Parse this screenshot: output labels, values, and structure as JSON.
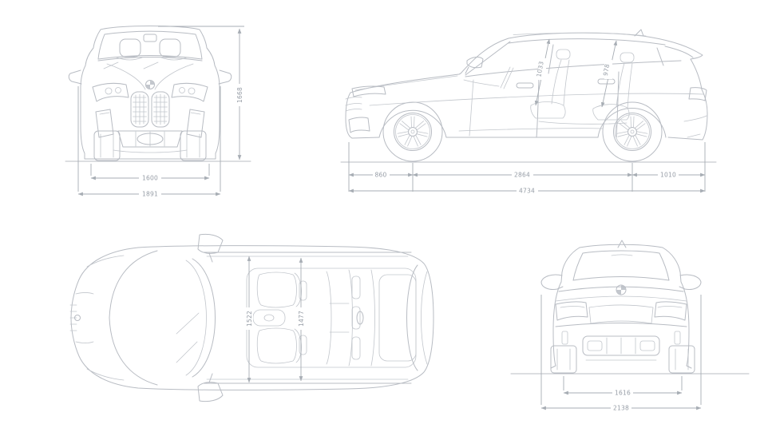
{
  "page": {
    "background": "#ffffff",
    "car_line_color": "#b8bcc3",
    "dimension_line_color": "#a7adb4",
    "dimension_text_color": "#969da6"
  },
  "icons": {
    "bmw_logo": "bmw-roundel"
  },
  "views": {
    "front": {
      "dims": {
        "track_width": "1600",
        "overall_width": "1891",
        "overall_height": "1668"
      }
    },
    "side": {
      "dims": {
        "front_overhang": "860",
        "wheelbase": "2864",
        "rear_overhang": "1010",
        "overall_length": "4734",
        "front_headroom": "1033",
        "rear_headroom": "978"
      }
    },
    "top": {
      "dims": {
        "front_interior_width": "1522",
        "rear_interior_width": "1477"
      }
    },
    "rear": {
      "dims": {
        "rear_track": "1616",
        "width_incl_mirrors": "2138"
      }
    }
  }
}
